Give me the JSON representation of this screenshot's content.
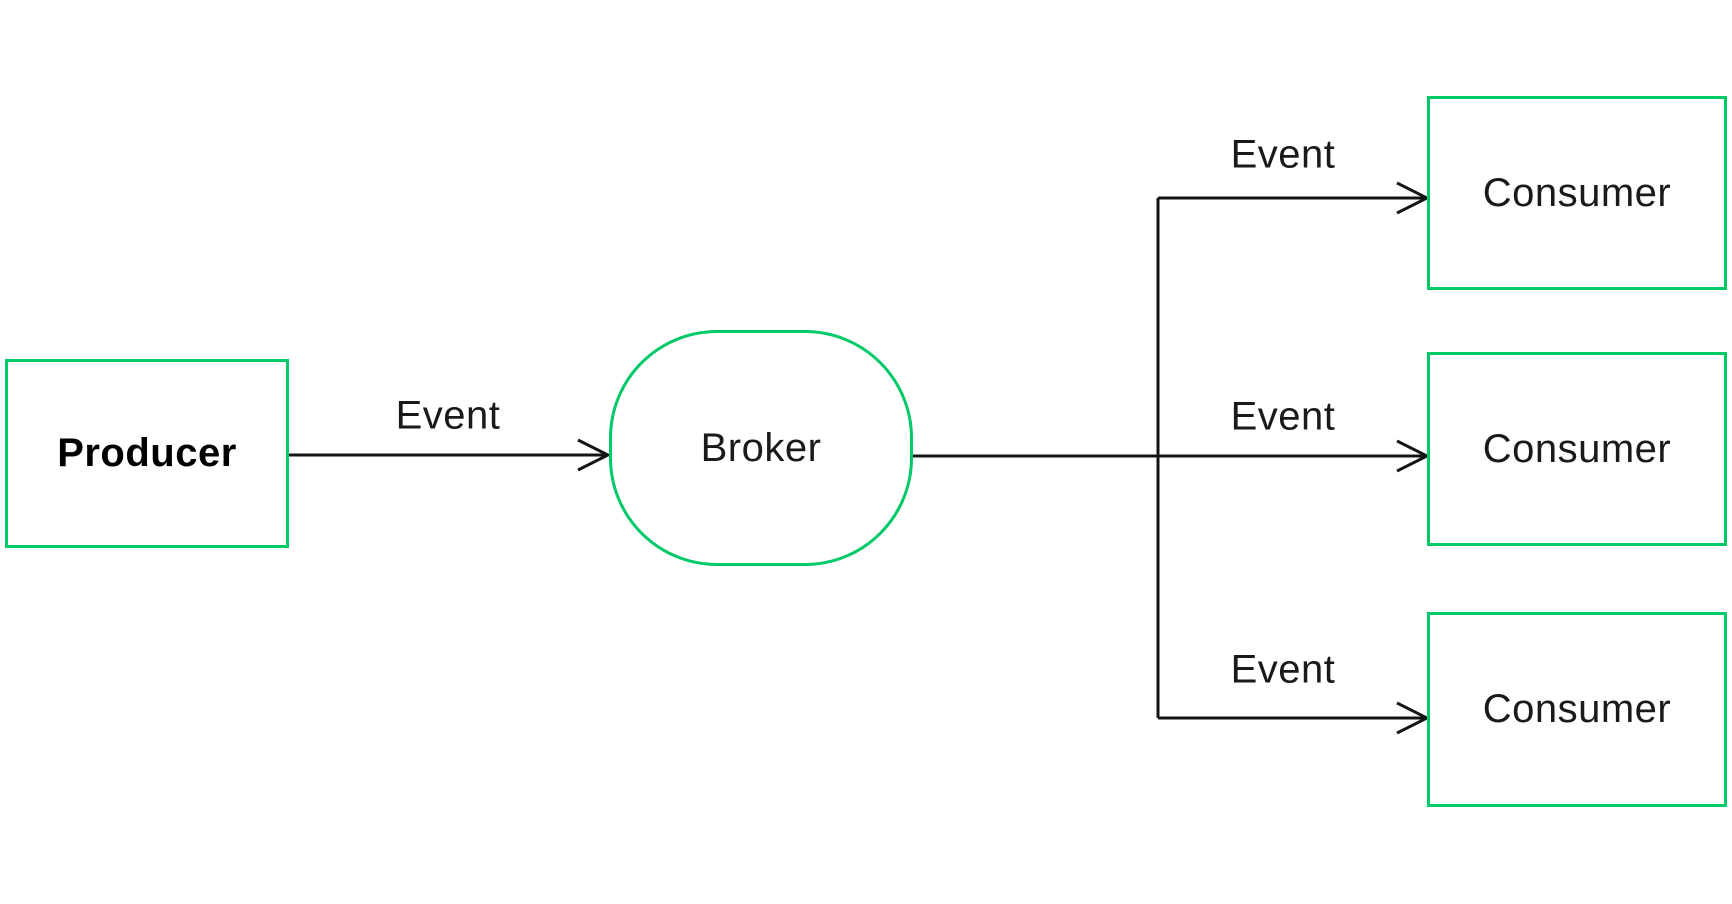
{
  "diagram": {
    "type": "flow-diagram",
    "nodes": [
      {
        "id": "producer",
        "label": "Producer",
        "shape": "rectangle",
        "emphasis": "bold"
      },
      {
        "id": "broker",
        "label": "Broker",
        "shape": "stadium",
        "emphasis": "regular"
      },
      {
        "id": "consumer-1",
        "label": "Consumer",
        "shape": "rectangle",
        "emphasis": "regular"
      },
      {
        "id": "consumer-2",
        "label": "Consumer",
        "shape": "rectangle",
        "emphasis": "regular"
      },
      {
        "id": "consumer-3",
        "label": "Consumer",
        "shape": "rectangle",
        "emphasis": "regular"
      }
    ],
    "edges": [
      {
        "from": "producer",
        "to": "broker",
        "label": "Event",
        "arrow": "open-chevron"
      },
      {
        "from": "broker",
        "to": "consumer-1",
        "label": "Event",
        "arrow": "open-chevron"
      },
      {
        "from": "broker",
        "to": "consumer-2",
        "label": "Event",
        "arrow": "open-chevron"
      },
      {
        "from": "broker",
        "to": "consumer-3",
        "label": "Event",
        "arrow": "open-chevron"
      }
    ],
    "colors": {
      "node_border": "#00C968",
      "edge": "#141414",
      "text": "#1A1A1A",
      "background": "#FFFFFF"
    }
  }
}
